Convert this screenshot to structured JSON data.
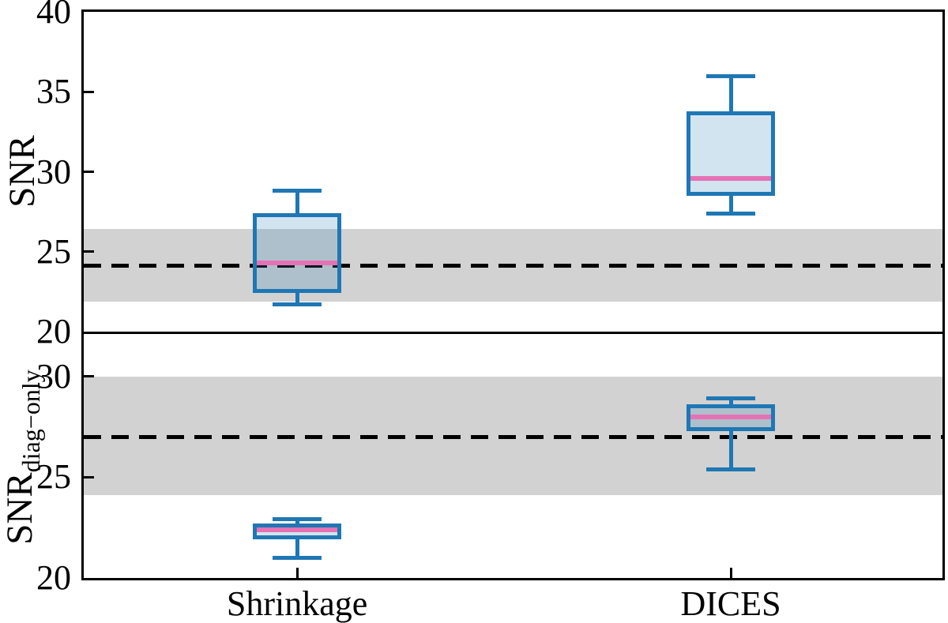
{
  "figure": {
    "background": "#ffffff"
  },
  "colors": {
    "axis": "#000000",
    "text": "#000000",
    "box_edge": "#1f77b4",
    "box_fill": "rgba(31,119,180,0.2)",
    "median": "#e672b4",
    "reference_band": "#d2d2d2",
    "reference_line": "#000000"
  },
  "chart_data": [
    {
      "type": "box",
      "panel": "top",
      "ylabel": "SNR",
      "ylabel_main": "SNR",
      "ylabel_sub": "",
      "ylim": [
        20,
        40
      ],
      "yticks": [
        20,
        25,
        30,
        35,
        40
      ],
      "categories": [
        "Shrinkage",
        "DICES"
      ],
      "show_xtick_labels": false,
      "grid": false,
      "legend": "none",
      "reference_line": 24.1,
      "reference_band": [
        21.9,
        26.4
      ],
      "boxes": [
        {
          "category": "Shrinkage",
          "whisker_low": 21.7,
          "q1": 22.4,
          "median": 24.3,
          "q3": 27.4,
          "whisker_high": 28.8
        },
        {
          "category": "DICES",
          "whisker_low": 27.4,
          "q1": 28.5,
          "median": 29.6,
          "q3": 33.8,
          "whisker_high": 36.0
        }
      ]
    },
    {
      "type": "box",
      "panel": "bottom",
      "ylabel": "SNR_diag−only",
      "ylabel_main": "SNR",
      "ylabel_sub": "diag−only",
      "ylim": [
        20,
        32.1
      ],
      "yticks": [
        20,
        25,
        30
      ],
      "categories": [
        "Shrinkage",
        "DICES"
      ],
      "show_xtick_labels": true,
      "grid": false,
      "legend": "none",
      "reference_line": 27.0,
      "reference_band": [
        24.1,
        30.0
      ],
      "boxes": [
        {
          "category": "Shrinkage",
          "whisker_low": 21.0,
          "q1": 21.9,
          "median": 22.4,
          "q3": 22.7,
          "whisker_high": 22.9
        },
        {
          "category": "DICES",
          "whisker_low": 25.4,
          "q1": 27.3,
          "median": 28.0,
          "q3": 28.6,
          "whisker_high": 28.9
        }
      ]
    }
  ]
}
